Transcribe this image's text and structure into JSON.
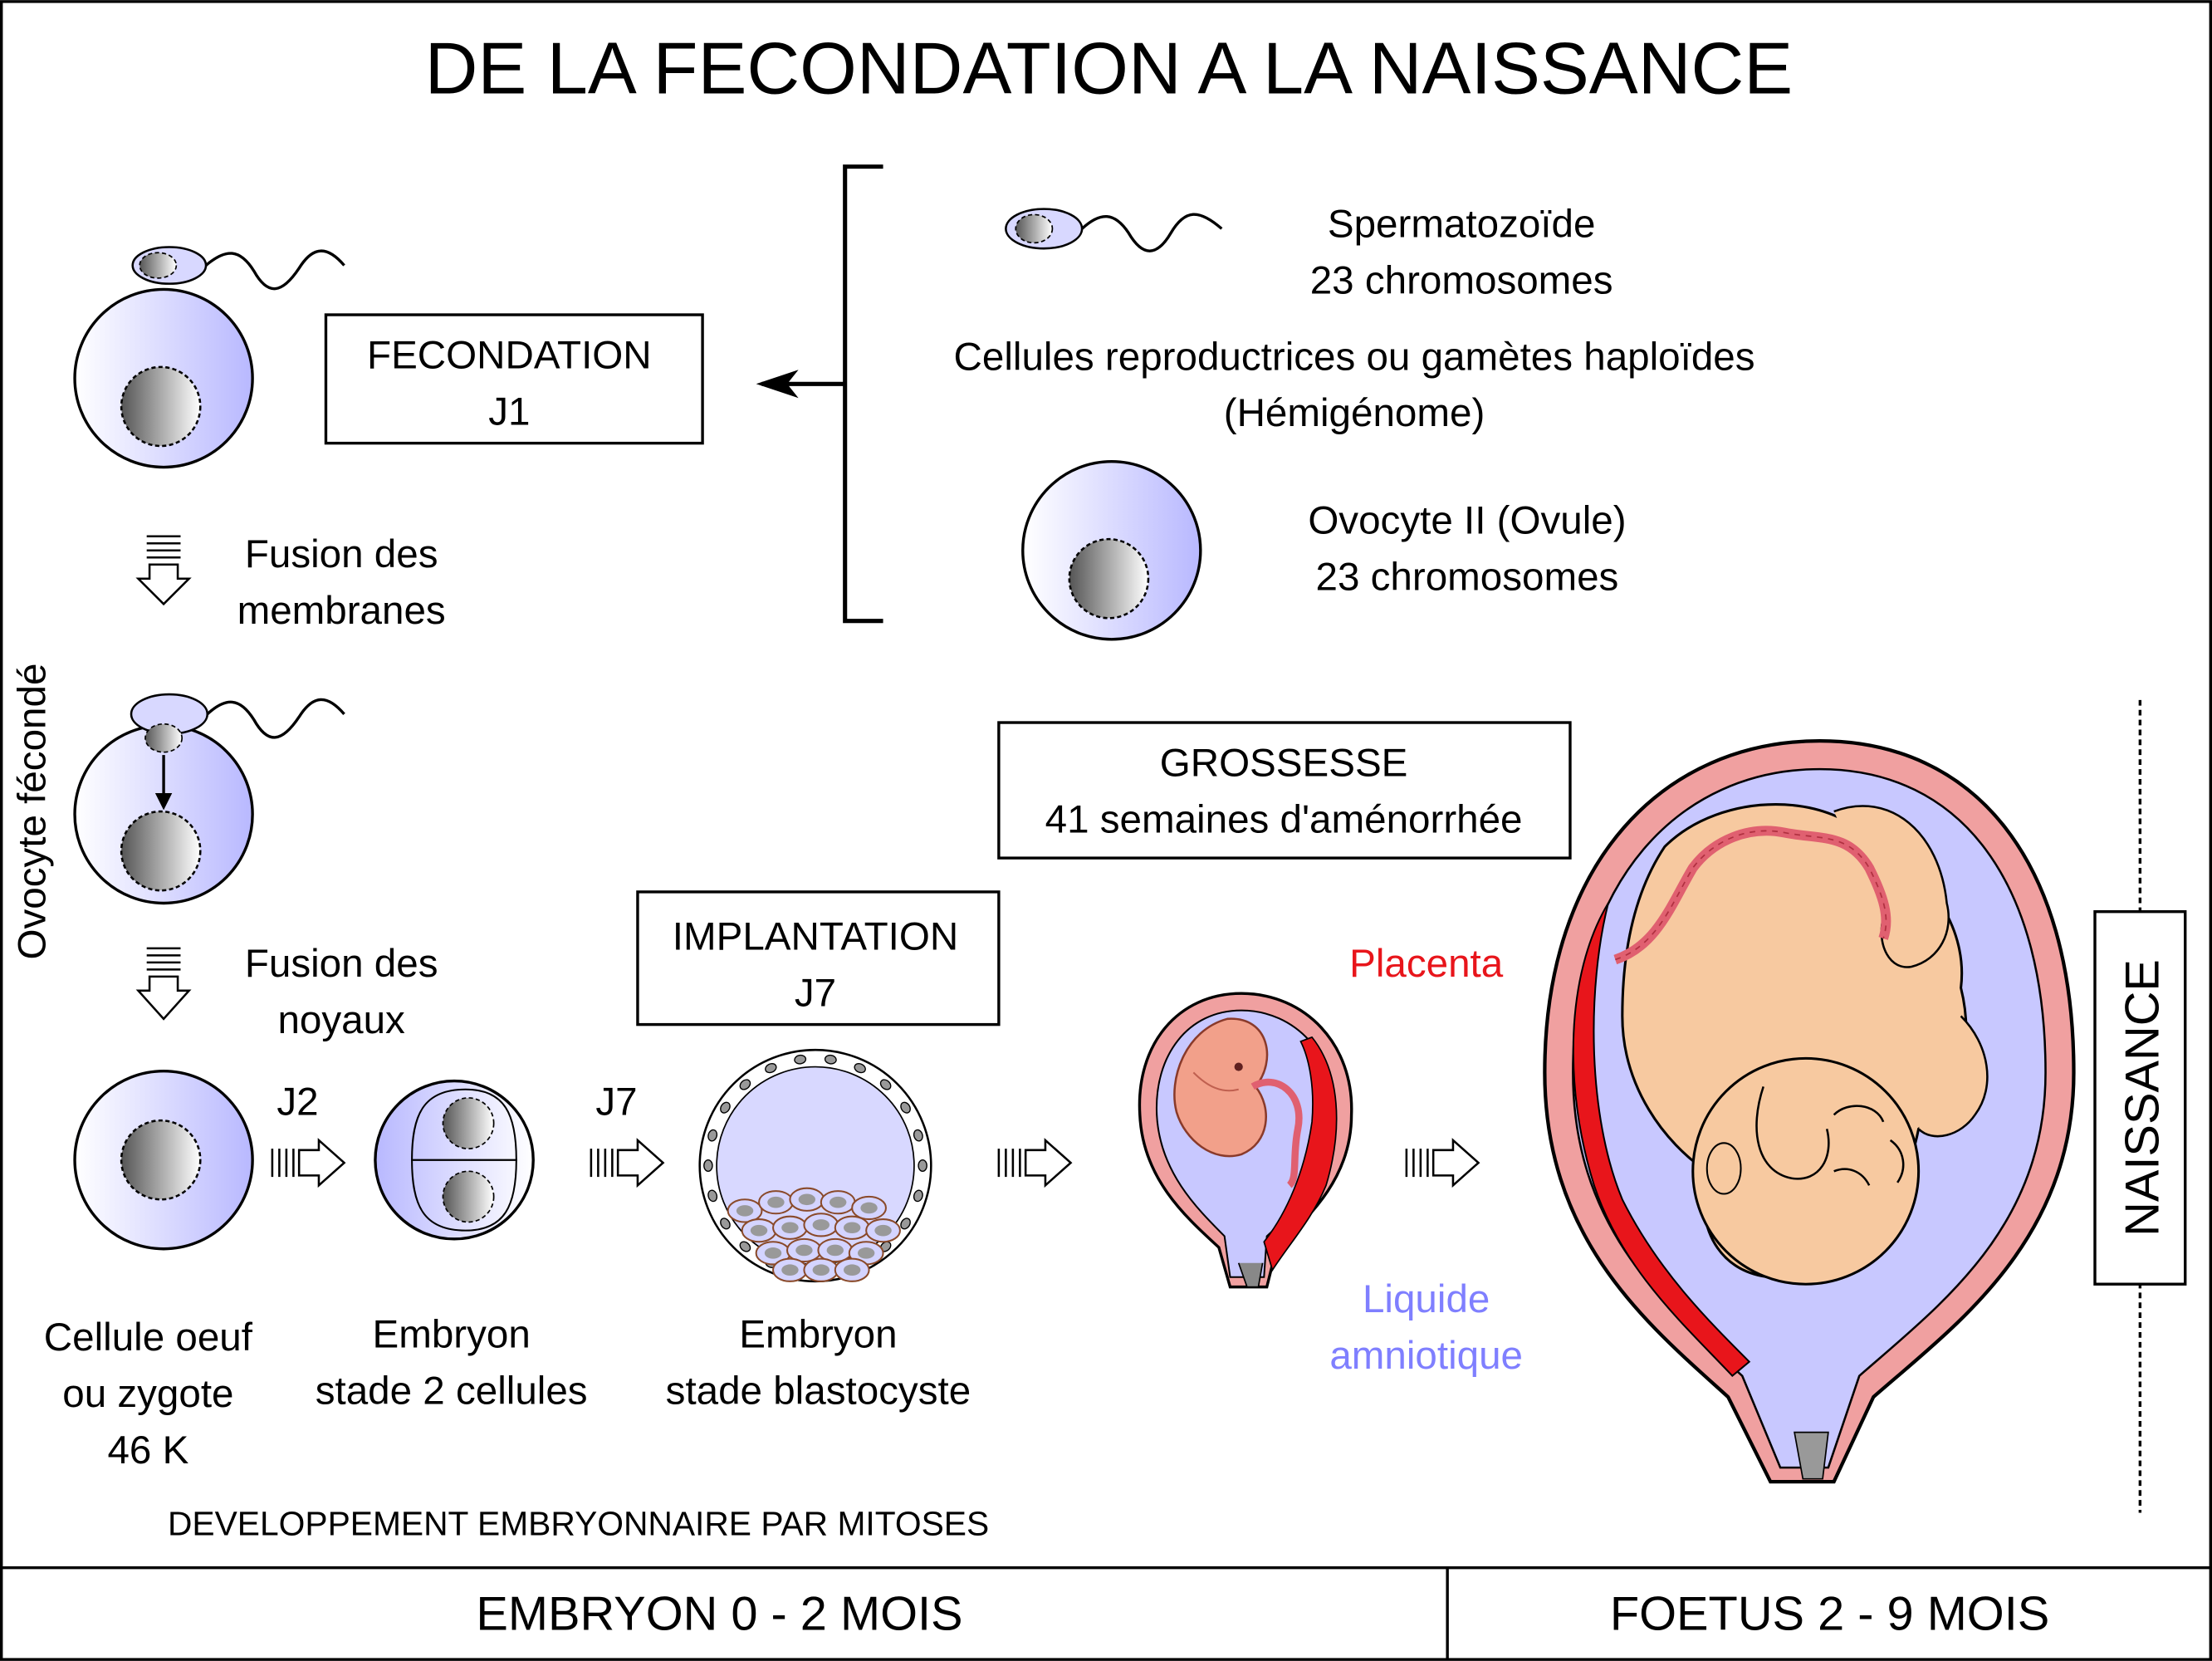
{
  "title": "DE LA FECONDATION A LA NAISSANCE",
  "gametes": {
    "sperm_name": "Spermatozoïde",
    "sperm_chromosomes": "23 chromosomes",
    "group_label_1": "Cellules reproductrices ou gamètes haploïdes",
    "group_label_2": "(Hémigénome)",
    "ovocyte_name": "Ovocyte II (Ovule)",
    "ovocyte_chromosomes": "23 chromosomes"
  },
  "fecondation": {
    "label": "FECONDATION",
    "day": "J1"
  },
  "steps": {
    "fusion_membranes_1": "Fusion des",
    "fusion_membranes_2": "membranes",
    "fusion_noyaux_1": "Fusion des",
    "fusion_noyaux_2": "noyaux",
    "side_label": "Ovocyte fécondé"
  },
  "development": {
    "arrow_1_label": "J2",
    "arrow_2_label": "J7",
    "zygote_1": "Cellule oeuf",
    "zygote_2": "ou zygote",
    "zygote_3": "46 K",
    "two_cells_1": "Embryon",
    "two_cells_2": "stade 2 cellules",
    "blasto_1": "Embryon",
    "blasto_2": "stade blastocyste",
    "caption": "DEVELOPPEMENT EMBRYONNAIRE PAR MITOSES"
  },
  "implantation": {
    "label": "IMPLANTATION",
    "day": "J7"
  },
  "grossesse": {
    "label": "GROSSESSE",
    "duration": "41 semaines d'aménorrhée"
  },
  "labels": {
    "placenta": "Placenta",
    "liquide_1": "Liquide",
    "liquide_2": "amniotique",
    "naissance": "NAISSANCE"
  },
  "footer": {
    "embryon": "EMBRYON  0 - 2 MOIS",
    "foetus": "FOETUS  2 - 9 MOIS"
  },
  "colors": {
    "cell_fill": "#c8c8ff",
    "placenta_red": "#e8151b",
    "liquide_blue": "#7f7fff",
    "uterus_pink": "#f0a0a0",
    "skin": "#f7c9a0"
  }
}
